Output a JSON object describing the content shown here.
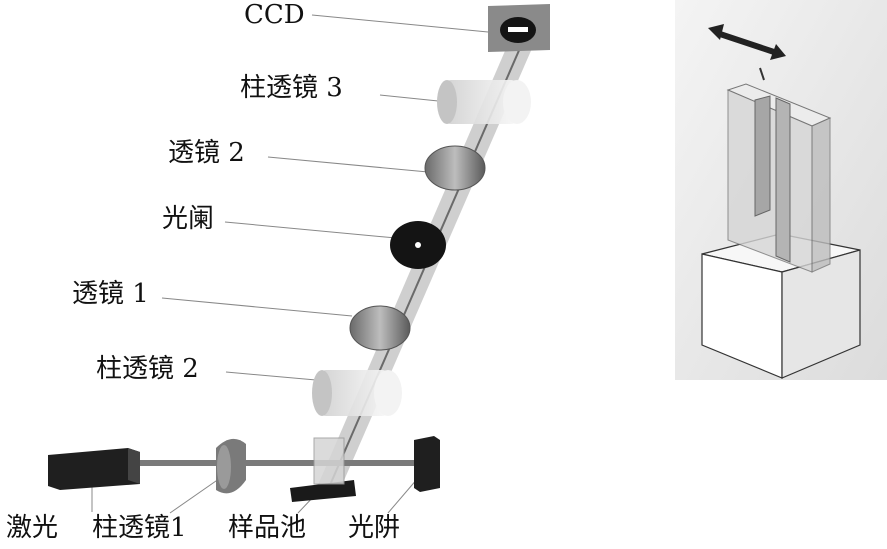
{
  "diagram": {
    "labels": {
      "ccd": "CCD",
      "cyl_lens_3": "柱透镜 3",
      "lens_2": "透镜 2",
      "aperture": "光阑",
      "lens_1": "透镜 1",
      "cyl_lens_2": "柱透镜 2",
      "laser": "激光",
      "cyl_lens_1": "柱透镜1",
      "sample_cell": "样品池",
      "beam_trap": "光阱"
    }
  }
}
